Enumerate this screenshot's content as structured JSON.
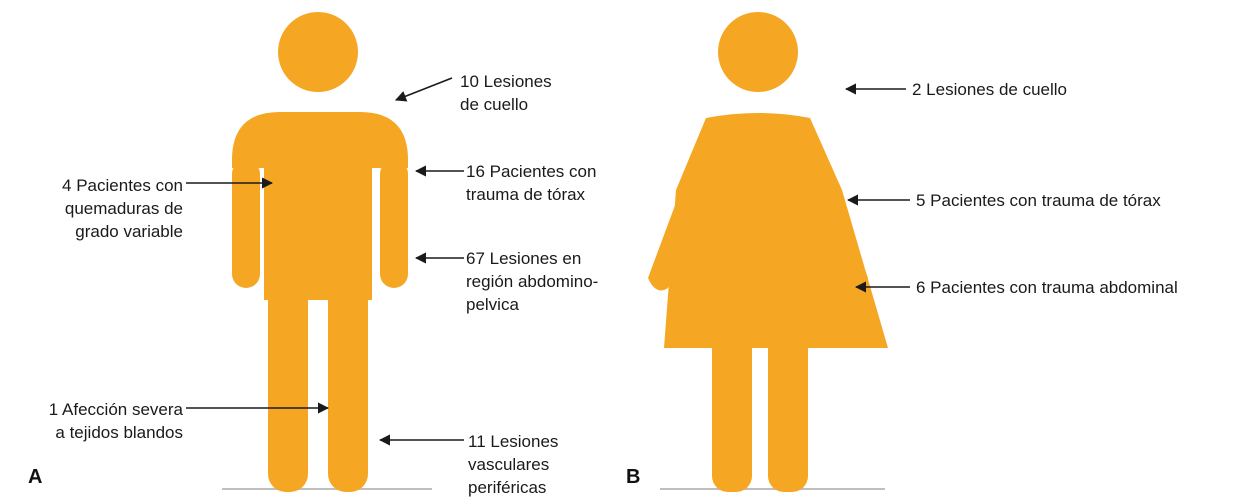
{
  "figure_color": "#F5A623",
  "panels": [
    {
      "letter": "A",
      "figure": "male-pictogram",
      "labels": [
        "10 Lesiones\nde cuello",
        "16 Pacientes con\ntrauma de tórax",
        "4 Pacientes con\nquemaduras de\ngrado variable",
        "67 Lesiones en\nregión abdomino-\npelvica",
        "1 Afección severa\na tejidos blandos",
        "11 Lesiones\nvasculares\nperiféricas"
      ]
    },
    {
      "letter": "B",
      "figure": "female-pictogram",
      "labels": [
        "2 Lesiones de cuello",
        "5 Pacientes con trauma de tórax",
        "6 Pacientes con trauma abdominal"
      ]
    }
  ]
}
